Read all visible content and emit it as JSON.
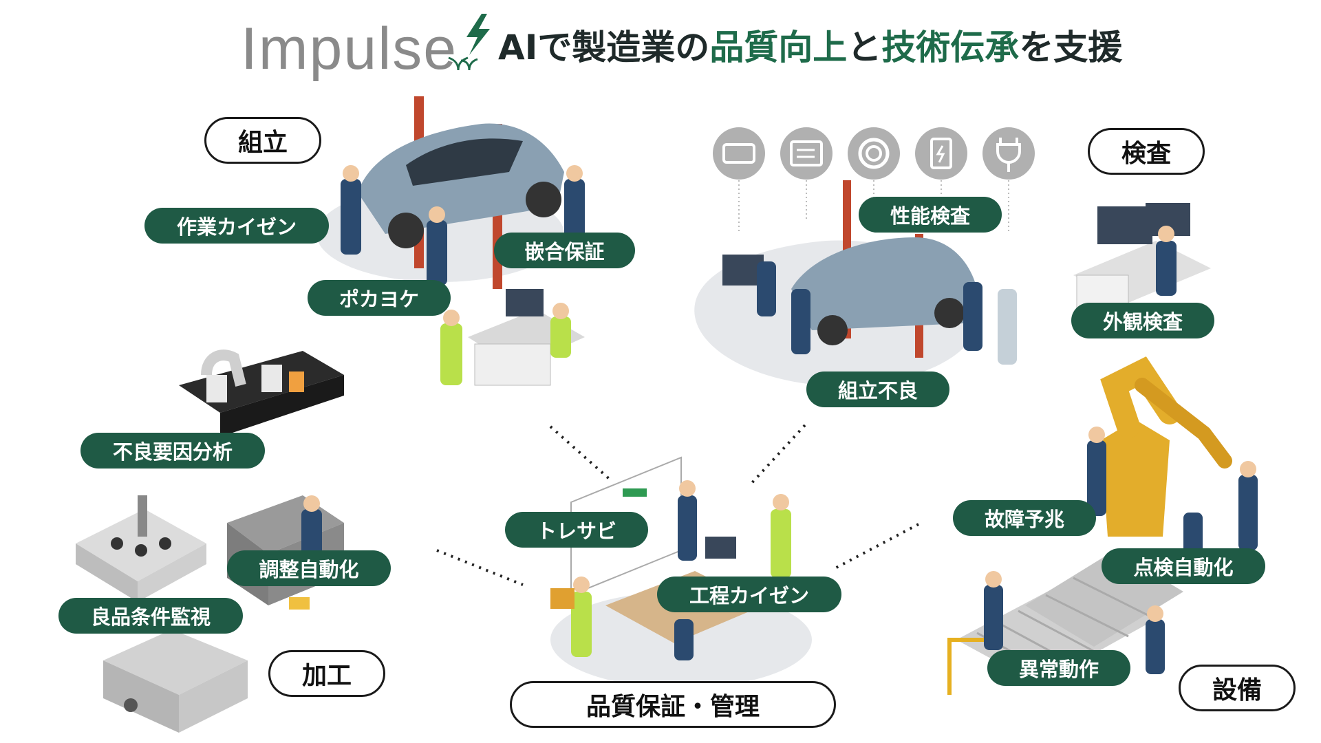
{
  "header": {
    "logo_text": "Impulse",
    "headline_parts": [
      "AI",
      "で製造業の",
      "品質向上",
      "と",
      "技術伝承",
      "を支援"
    ]
  },
  "categories": {
    "assembly": "組立",
    "inspection": "検査",
    "processing": "加工",
    "quality": "品質保証・管理",
    "equipment": "設備"
  },
  "solutions": {
    "work_kaizen": "作業カイゼン",
    "fitting_assurance": "嵌合保証",
    "pokayoke": "ポカヨケ",
    "performance_inspection": "性能検査",
    "visual_inspection": "外観検査",
    "assembly_defect": "組立不良",
    "defect_factor_analysis": "不良要因分析",
    "adjustment_automation": "調整自動化",
    "good_condition_monitoring": "良品条件監視",
    "tresabi": "トレサビ",
    "process_kaizen": "工程カイゼン",
    "failure_sign": "故障予兆",
    "inspection_automation": "点検自動化",
    "anomaly_operation": "異常動作"
  },
  "colors": {
    "pill_green": "#1f5a45",
    "accent_green": "#1e6b4a",
    "logo_gray": "#8a8a8a"
  },
  "icons": [
    "battery-module-icon",
    "converter-icon",
    "motor-ring-icon",
    "battery-icon",
    "plug-icon"
  ]
}
